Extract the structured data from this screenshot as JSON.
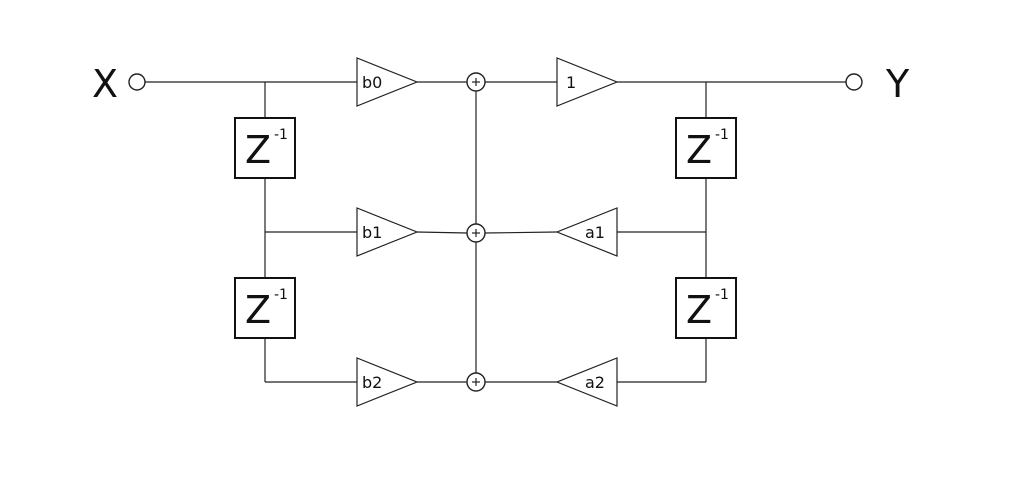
{
  "io": {
    "input_label": "X",
    "output_label": "Y"
  },
  "delays": [
    {
      "base": "Z",
      "exponent": "-1"
    },
    {
      "base": "Z",
      "exponent": "-1"
    },
    {
      "base": "Z",
      "exponent": "-1"
    },
    {
      "base": "Z",
      "exponent": "-1"
    }
  ],
  "gains": {
    "b0": "b0",
    "b1": "b1",
    "b2": "b2",
    "out": "1",
    "a1": "a1",
    "a2": "a2"
  }
}
